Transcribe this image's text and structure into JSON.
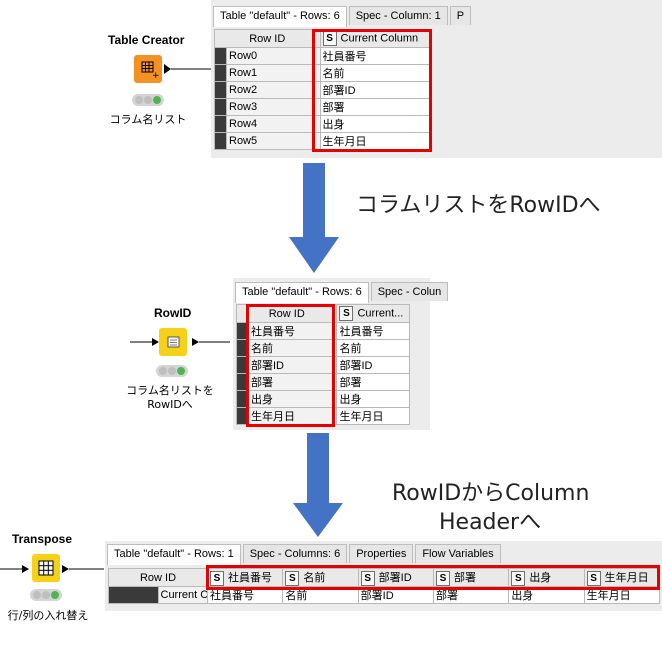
{
  "panel1": {
    "tabs": [
      "Table \"default\" - Rows: 6",
      "Spec - Column: 1",
      "P"
    ],
    "header": {
      "rowid": "Row ID",
      "col": "Current Column",
      "type": "S"
    },
    "rows": [
      {
        "id": "Row0",
        "val": "社員番号"
      },
      {
        "id": "Row1",
        "val": "名前"
      },
      {
        "id": "Row2",
        "val": "部署ID"
      },
      {
        "id": "Row3",
        "val": "部署"
      },
      {
        "id": "Row4",
        "val": "出身"
      },
      {
        "id": "Row5",
        "val": "生年月日"
      }
    ]
  },
  "node1": {
    "title": "Table Creator",
    "label": "コラム名リスト",
    "color": "#f39223"
  },
  "arrow1_text": "コラムリストをRowIDへ",
  "panel2": {
    "tabs": [
      "Table \"default\" - Rows: 6",
      "Spec - Colun"
    ],
    "header": {
      "rowid": "Row ID",
      "col": "Current...",
      "type": "S"
    },
    "rows": [
      {
        "id": "社員番号",
        "val": "社員番号"
      },
      {
        "id": "名前",
        "val": "名前"
      },
      {
        "id": "部署ID",
        "val": "部署ID"
      },
      {
        "id": "部署",
        "val": "部署"
      },
      {
        "id": "出身",
        "val": "出身"
      },
      {
        "id": "生年月日",
        "val": "生年月日"
      }
    ]
  },
  "node2": {
    "title": "RowID",
    "label_line1": "コラム名リストを",
    "label_line2": "RowIDへ",
    "color": "#f7d117"
  },
  "arrow2_text_line1": "RowIDからColumn",
  "arrow2_text_line2": "Headerへ",
  "panel3": {
    "tabs": [
      "Table \"default\" - Rows: 1",
      "Spec - Columns: 6",
      "Properties",
      "Flow Variables"
    ],
    "header": {
      "rowid": "Row ID",
      "type": "S",
      "cols": [
        "社員番号",
        "名前",
        "部署ID",
        "部署",
        "出身",
        "生年月日"
      ]
    },
    "row": {
      "id": "Current Column",
      "vals": [
        "社員番号",
        "名前",
        "部署ID",
        "部署",
        "出身",
        "生年月日"
      ]
    }
  },
  "node3": {
    "title": "Transpose",
    "label": "行/列の入れ替え",
    "color": "#f7d117"
  },
  "accent": {
    "red": "#e60000",
    "arrow": "#4472c4"
  }
}
